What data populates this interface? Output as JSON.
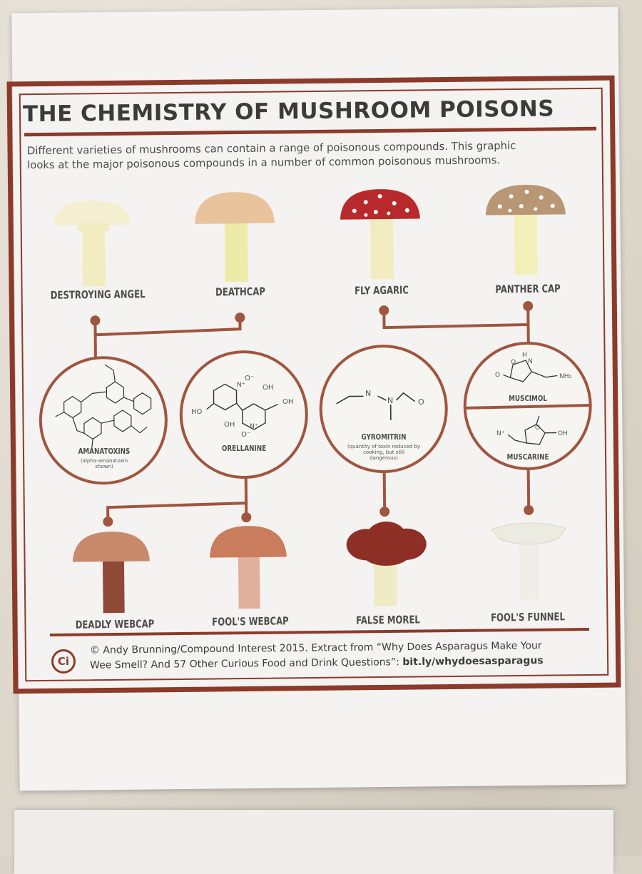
{
  "poster": {
    "title": "THE CHEMISTRY OF MUSHROOM POISONS",
    "intro_line1": "Different varieties of mushrooms can contain a range of poisonous compounds. This graphic",
    "intro_line2": "looks at the major poisonous compounds in a number of common poisonous mushrooms."
  },
  "top_mushrooms": [
    {
      "name": "DESTROYING ANGEL",
      "cap_color": "#f3efd0",
      "stem_color": "#f2ecc0"
    },
    {
      "name": "DEATHCAP",
      "cap_color": "#e8c39c",
      "stem_color": "#eeeaa8"
    },
    {
      "name": "FLY AGARIC",
      "cap_color": "#b8292b",
      "stem_color": "#f2ecc0"
    },
    {
      "name": "PANTHER CAP",
      "cap_color": "#b79774",
      "stem_color": "#f3efb9"
    }
  ],
  "compounds": {
    "amanatoxins": "AMANATOXINS",
    "amanatoxins_note1": "(alpha-amanatoxin",
    "amanatoxins_note2": "shown)",
    "orellanine": "ORELLANINE",
    "gyromitrin": "GYROMITRIN",
    "gyromitrin_note1": "(quantity of toxin reduced by",
    "gyromitrin_note2": "cooking, but still",
    "gyromitrin_note3": "dangerous)",
    "muscimol": "MUSCIMOL",
    "muscarine": "MUSCARINE"
  },
  "chem_text": {
    "orellanine_o1": "O⁻",
    "orellanine_oh1": "OH",
    "orellanine_ho1": "HO",
    "orellanine_oh2": "OH",
    "orellanine_oh3": "OH",
    "orellanine_n1": "N⁺",
    "orellanine_n2": "N⁺",
    "orellanine_o2": "O⁻",
    "gyro_n1": "N",
    "gyro_n2": "N",
    "gyro_o": "O",
    "muscimol_h": "H",
    "muscimol_n": "N",
    "muscimol_o1": "O",
    "muscimol_o2": "O",
    "muscimol_nh2": "NH₂",
    "muscarine_n": "N⁺",
    "muscarine_o": "O",
    "muscarine_oh": "OH"
  },
  "bottom_mushrooms": [
    {
      "name": "DEADLY WEBCAP",
      "cap_color": "#c98a6c",
      "stem_color": "#8e4a37"
    },
    {
      "name": "FOOL'S WEBCAP",
      "cap_color": "#c97d5d",
      "stem_color": "#e0b09a"
    },
    {
      "name": "FALSE MOREL",
      "cap_color": "#8e2f25",
      "stem_color": "#efebc4"
    },
    {
      "name": "FOOL'S FUNNEL",
      "cap_color": "#ecebe1",
      "stem_color": "#efeee6"
    }
  ],
  "footer": {
    "logo": "Ci",
    "credit_line1": "© Andy Brunning/Compound Interest 2015. Extract from “Why Does Asparagus Make Your",
    "credit_line2a": "Wee Smell? And 57 Other Curious Food and Drink Questions”: ",
    "credit_link": "bit.ly/whydoesasparagus"
  },
  "colors": {
    "accent": "#8c3a2a",
    "connector": "#a0553f",
    "text": "#4d4d4d"
  }
}
